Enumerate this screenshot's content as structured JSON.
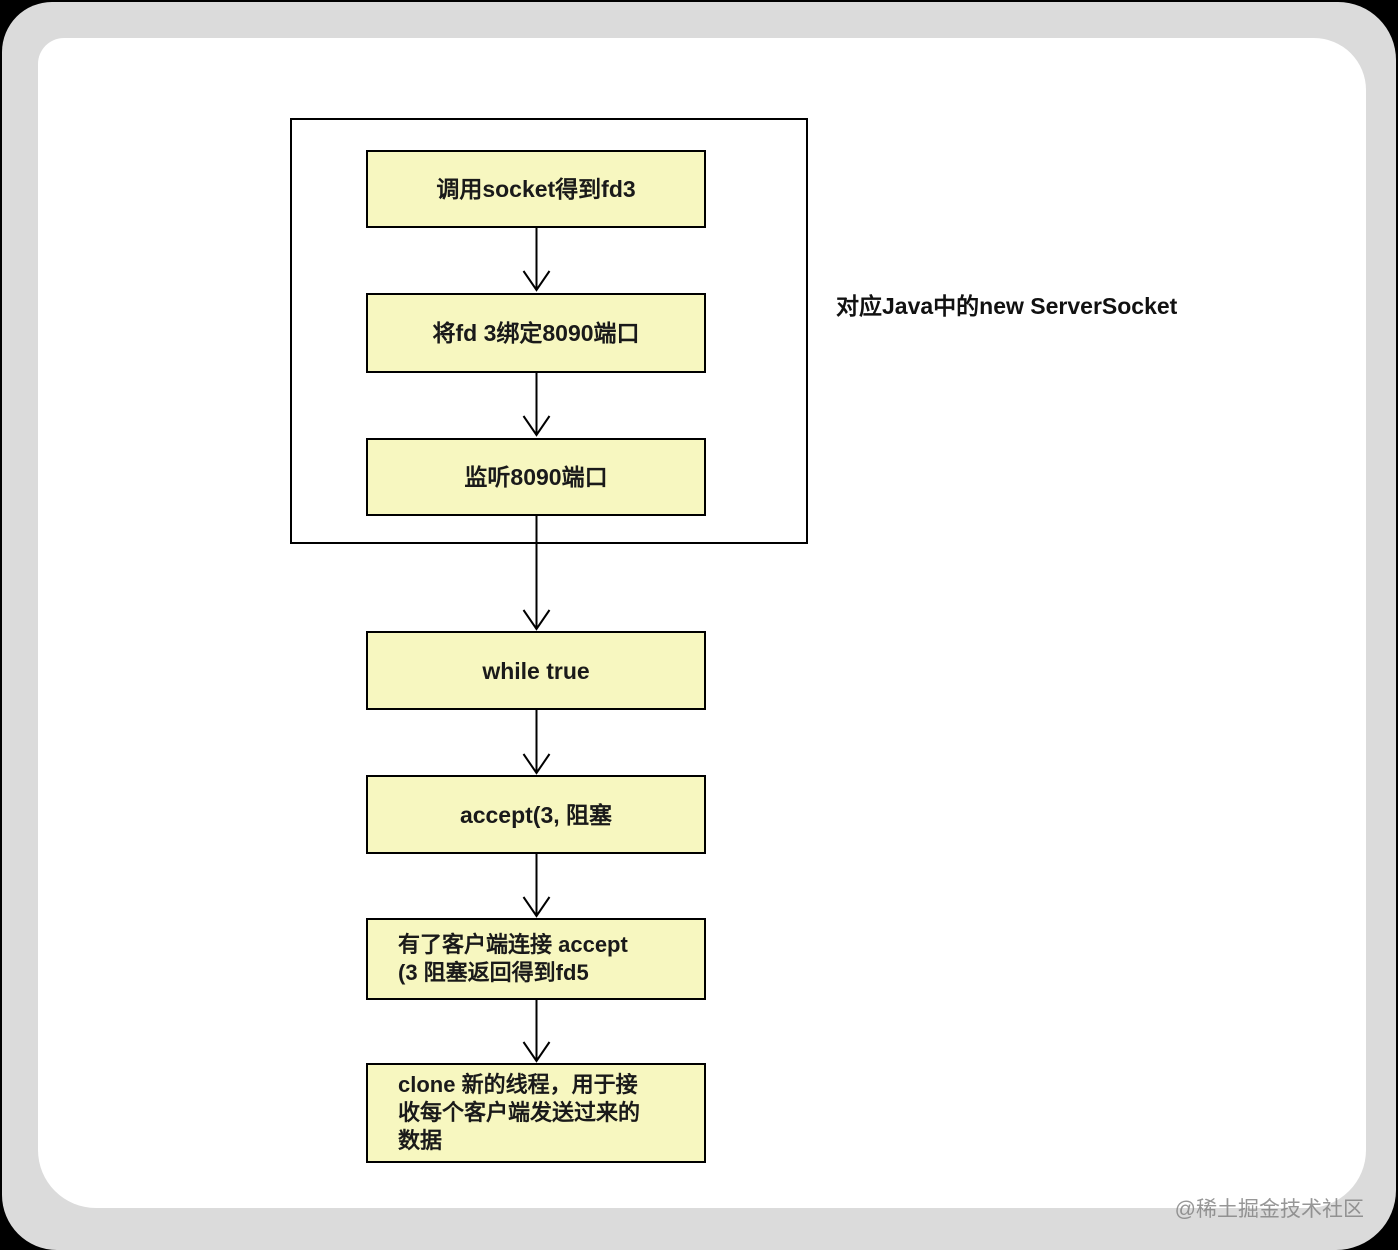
{
  "canvas": {
    "background": "#000000",
    "band_color": "#dbdbdb",
    "card_color": "#ffffff"
  },
  "diagram": {
    "type": "flowchart",
    "node_fill": "#f7f7c0",
    "node_border": "#000000",
    "note": "对应Java中的new ServerSocket",
    "nodes": [
      {
        "id": "call-socket",
        "label": "调用socket得到fd3"
      },
      {
        "id": "bind-port",
        "label": "将fd 3绑定8090端口"
      },
      {
        "id": "listen-port",
        "label": "监听8090端口"
      },
      {
        "id": "while-true",
        "label": "while true"
      },
      {
        "id": "accept-block",
        "label": "accept(3, 阻塞"
      },
      {
        "id": "accept-return-fd5",
        "label": "有了客户端连接 accept\n(3 阻塞返回得到fd5"
      },
      {
        "id": "clone-thread",
        "label": "clone 新的线程，用于接\n收每个客户端发送过来的\n数据"
      }
    ],
    "edges": [
      {
        "from": "call-socket",
        "to": "bind-port"
      },
      {
        "from": "bind-port",
        "to": "listen-port"
      },
      {
        "from": "listen-port",
        "to": "while-true"
      },
      {
        "from": "while-true",
        "to": "accept-block"
      },
      {
        "from": "accept-block",
        "to": "accept-return-fd5"
      },
      {
        "from": "accept-return-fd5",
        "to": "clone-thread"
      }
    ],
    "group": {
      "contains": [
        "call-socket",
        "bind-port",
        "listen-port"
      ]
    }
  },
  "watermark": {
    "text": "@稀土掘金技术社区"
  }
}
